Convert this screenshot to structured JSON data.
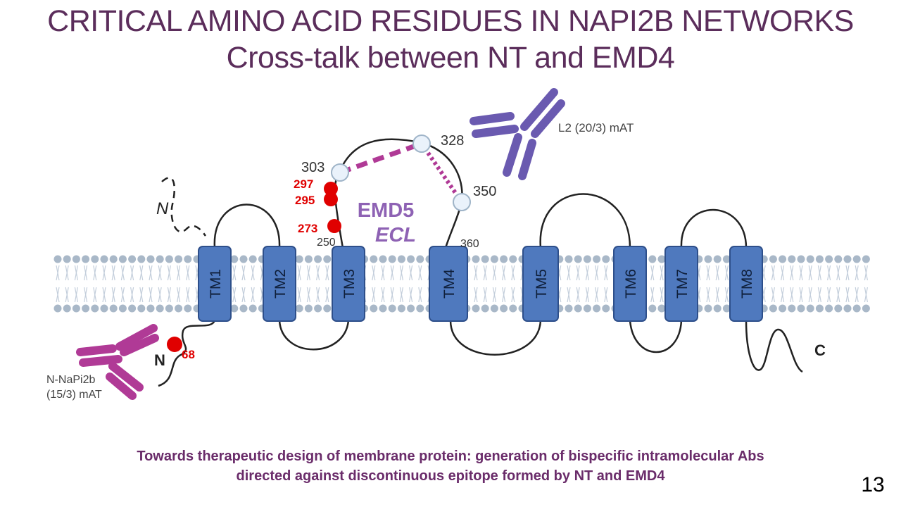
{
  "slide": {
    "title_line1": "CRITICAL AMINO ACID RESIDUES IN NAPI2B NETWORKS",
    "title_line2": "Cross-talk between NT and EMD4",
    "caption_line1": "Towards therapeutic design of membrane protein: generation of bispecific intramolecular Abs",
    "caption_line2": "directed against  discontinuous epitope formed by NT and EMD4",
    "slide_number": "13"
  },
  "diagram": {
    "tm_segments": [
      "TM1",
      "TM2",
      "TM3",
      "TM4",
      "TM5",
      "TM6",
      "TM7",
      "TM8"
    ],
    "loop_label_main": "EMD5",
    "loop_label_sub": "ECL",
    "n_terminus_dashed": "N",
    "n_terminus": "N",
    "c_terminus": "C",
    "positions": {
      "p250": "250",
      "p303": "303",
      "p328": "328",
      "p350": "350",
      "p360": "360"
    },
    "critical_residues": {
      "r297": "297",
      "r295": "295",
      "r273": "273",
      "r68": "68"
    },
    "antibody_l2": "L2 (20/3) mAT",
    "antibody_n_line1": "N-NaPi2b",
    "antibody_n_line2": "(15/3) mAT"
  },
  "colors": {
    "title": "#5b2d5b",
    "caption": "#6a2c6a",
    "tm_fill": "#4f79be",
    "tm_stroke": "#2e4f8a",
    "membrane_dot": "#a9b8c8",
    "loop_label": "#8e62b4",
    "residue_red": "#e00000",
    "antibody_purple": "#6a5ab0",
    "antibody_magenta": "#b03a96",
    "connector_magenta": "#b03a96",
    "epitope_circle": "#eaf2fb"
  }
}
